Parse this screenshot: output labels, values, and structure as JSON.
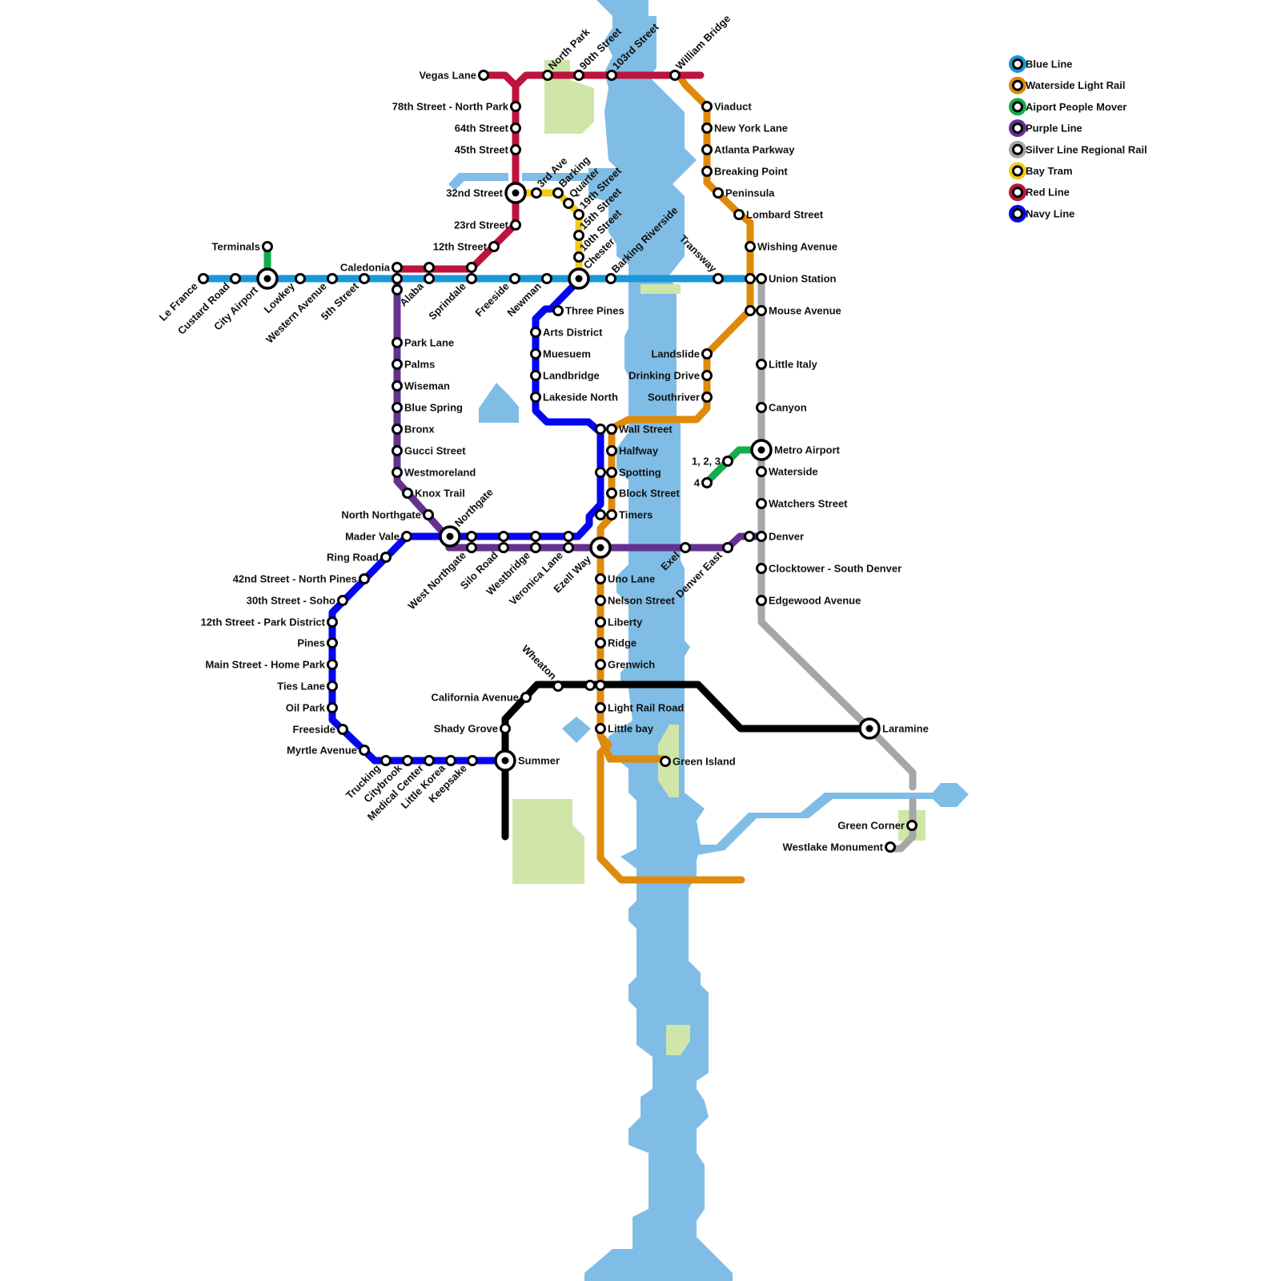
{
  "colors": {
    "water": "#7fbde6",
    "park": "#d0e6a8",
    "blue": "#1a97d8",
    "orange": "#e08a0c",
    "green": "#13ad4c",
    "purple": "#64318f",
    "silver": "#a6a6a6",
    "yellow": "#f2cc1a",
    "red": "#bc143c",
    "navy": "#0505f2",
    "black": "#000000"
  },
  "legend": [
    {
      "key": "blue",
      "label": "Blue Line"
    },
    {
      "key": "orange",
      "label": "Waterside Light Rail"
    },
    {
      "key": "green",
      "label": "Aiport People Mover"
    },
    {
      "key": "purple",
      "label": "Purple Line"
    },
    {
      "key": "silver",
      "label": "Silver Line Regional Rail"
    },
    {
      "key": "yellow",
      "label": "Bay Tram"
    },
    {
      "key": "red",
      "label": "Red Line"
    },
    {
      "key": "navy",
      "label": "Navy Line"
    }
  ],
  "stations": [
    "Vegas Lane",
    "78th Street - North Park",
    "64th Street",
    "45th Street",
    "32nd Street",
    "23rd Street",
    "12th Street",
    "North Park",
    "90th Street",
    "103rd Street",
    "William Bridge",
    "Viaduct",
    "New York Lane",
    "Atlanta Parkway",
    "Breaking Point",
    "Peninsula",
    "Lombard Street",
    "Wishing Avenue",
    "Union Station",
    "Mouse Avenue",
    "Little Italy",
    "Canyon",
    "Metro Airport",
    "Waterside",
    "Watchers Street",
    "Denver",
    "Clocktower - South Denver",
    "Edgewood Avenue",
    "Laramine",
    "Green Corner",
    "Westlake Monument",
    "Terminals",
    "Caledonia",
    "Le France",
    "Custard Road",
    "City Airport",
    "Lowkey",
    "Western Avenue",
    "5th Street",
    "Alaba",
    "Sprindale",
    "Freeside",
    "Newman",
    "Chester",
    "Barking Riverside",
    "Transway",
    "3rd Ave",
    "Barking",
    "Quarter",
    "19th Street",
    "15th Street",
    "10th Street",
    "Three Pines",
    "Arts District",
    "Muesuem",
    "Landbridge",
    "Lakeside North",
    "Landslide",
    "Drinking Drive",
    "Southriver",
    "Park Lane",
    "Palms",
    "Wiseman",
    "Blue Spring",
    "Bronx",
    "Gucci Street",
    "Westmoreland",
    "Knox Trail",
    "North Northgate",
    "Northgate",
    "Mader Vale",
    "Ring Road",
    "42nd Street - North Pines",
    "30th Street - Soho",
    "12th Street - Park District",
    "Pines",
    "Main Street - Home Park",
    "Ties Lane",
    "Oil Park",
    "Freeside",
    "Myrtle Avenue",
    "Trucking",
    "Citybrook",
    "Medical Center",
    "Little Korea",
    "Keepsake",
    "Summer",
    "West Northgate",
    "Silo Road",
    "Westbridge",
    "Veronica Lane",
    "Ezell Way",
    "Exel",
    "Denver East",
    "Wall Street",
    "Halfway",
    "Spotting",
    "Block Street",
    "Timers",
    "Uno Lane",
    "Nelson Street",
    "Liberty",
    "Ridge",
    "Grenwich",
    "Light Rail Road",
    "Little bay",
    "Green Island",
    "Wheaton",
    "California Avenue",
    "Shady Grove",
    "1, 2, 3",
    "4"
  ]
}
